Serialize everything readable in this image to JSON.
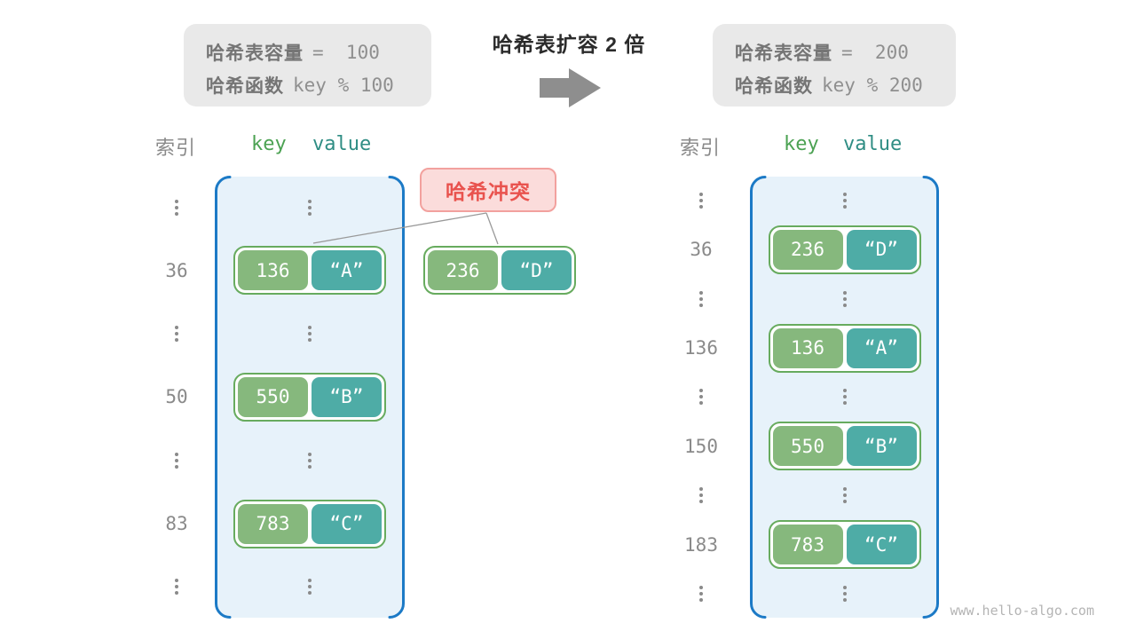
{
  "page": {
    "watermark": "www.hello-algo.com"
  },
  "header": {
    "title": "哈希表扩容 2 倍",
    "arrow_icon": "right-arrow",
    "left_info": {
      "line1_label": "哈希表容量",
      "line1_value": "=  100",
      "line2_label": "哈希函数",
      "line2_value": "key % 100"
    },
    "right_info": {
      "line1_label": "哈希表容量",
      "line1_value": "=  200",
      "line2_label": "哈希函数",
      "line2_value": "key % 200"
    }
  },
  "collision_label": "哈希冲突",
  "external_entry": {
    "key": "236",
    "value": "“D”"
  },
  "left_table": {
    "headers": {
      "index": "索引",
      "key": "key",
      "value": "value"
    },
    "rows": [
      {
        "kind": "dots"
      },
      {
        "kind": "entry",
        "index": "36",
        "key": "136",
        "value": "“A”"
      },
      {
        "kind": "dots"
      },
      {
        "kind": "entry",
        "index": "50",
        "key": "550",
        "value": "“B”"
      },
      {
        "kind": "dots"
      },
      {
        "kind": "entry",
        "index": "83",
        "key": "783",
        "value": "“C”"
      },
      {
        "kind": "dots"
      }
    ]
  },
  "right_table": {
    "headers": {
      "index": "索引",
      "key": "key",
      "value": "value"
    },
    "rows": [
      {
        "kind": "dots"
      },
      {
        "kind": "entry",
        "index": "36",
        "key": "236",
        "value": "“D”"
      },
      {
        "kind": "dots"
      },
      {
        "kind": "entry",
        "index": "136",
        "key": "136",
        "value": "“A”"
      },
      {
        "kind": "dots"
      },
      {
        "kind": "entry",
        "index": "150",
        "key": "550",
        "value": "“B”"
      },
      {
        "kind": "dots"
      },
      {
        "kind": "entry",
        "index": "183",
        "key": "783",
        "value": "“C”"
      },
      {
        "kind": "dots"
      }
    ]
  },
  "colors": {
    "container_border": "#1c7ac6",
    "container_fill": "#e7f2fa",
    "entry_border": "#67ab5e",
    "key_fill": "#86b87d",
    "value_fill": "#4eaca6",
    "collision_bg": "#fbdcdb",
    "collision_border": "#f2a19e",
    "collision_text": "#e9534e",
    "header_key_text": "#4ca253",
    "header_value_text": "#2f8d84",
    "info_box_bg": "#e9e9e9",
    "gray_text": "#8a8a8a",
    "arrow_gray": "#8e8e8e"
  }
}
